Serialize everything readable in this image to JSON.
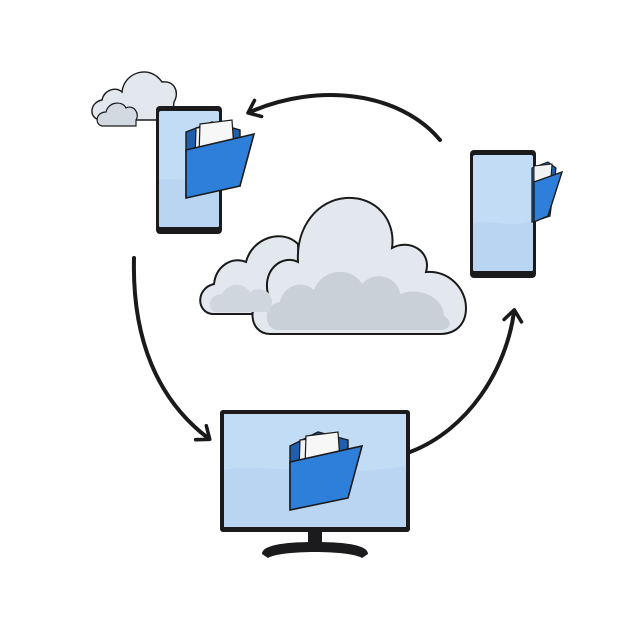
{
  "nodes": [
    {
      "id": "phone-top-left",
      "kind": "smartphone",
      "icon": "folder-icon",
      "has_cloud_badge": true
    },
    {
      "id": "phone-right",
      "kind": "smartphone",
      "icon": "folder-icon",
      "has_cloud_badge": false
    },
    {
      "id": "desktop-monitor",
      "kind": "monitor",
      "icon": "folder-icon",
      "has_cloud_badge": false
    }
  ],
  "center": {
    "id": "cloud-hub",
    "icon": "cloud-icon"
  },
  "edges": [
    {
      "from": "phone-right",
      "to": "phone-top-left",
      "style": "curved-arrow"
    },
    {
      "from": "phone-top-left",
      "to": "desktop-monitor",
      "style": "curved-arrow"
    },
    {
      "from": "desktop-monitor",
      "to": "phone-right",
      "style": "curved-arrow"
    }
  ],
  "colors": {
    "screen": "#c3dcf5",
    "screen_light": "#d6e8fa",
    "device_body": "#1b1b1d",
    "folder_front": "#2e7fd9",
    "folder_back": "#1f5fae",
    "paper": "#f1f2f3",
    "cloud_fill": "#e3e8ee",
    "cloud_shade": "#c9d0d8",
    "stroke": "#1a1a1a"
  }
}
